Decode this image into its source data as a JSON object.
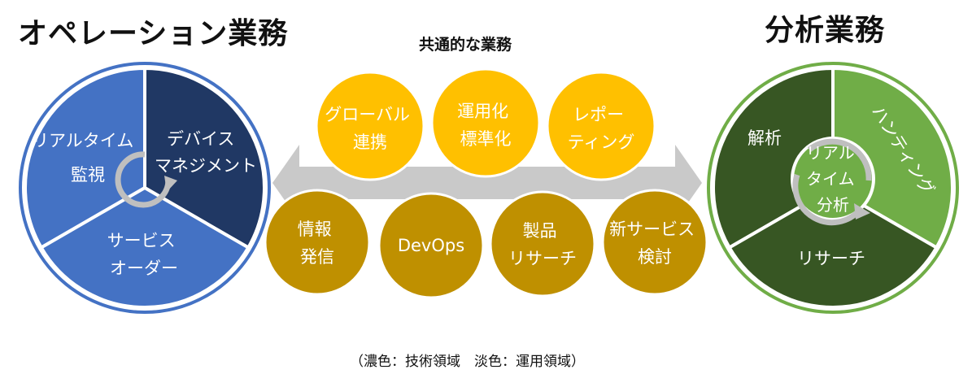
{
  "titles": {
    "left": "オペレーション業務",
    "right": "分析業務",
    "center": "共通的な業務"
  },
  "legend": "（濃色：技術領域　淡色：運用領域）",
  "colors": {
    "ops_light": "#4472C4",
    "ops_dark": "#203864",
    "ops_border": "#4472C4",
    "ana_light": "#70AD47",
    "ana_dark": "#375623",
    "ana_border": "#70AD47",
    "common_light": "#FFC000",
    "common_dark": "#BF9000",
    "arrow": "#C9C9C9"
  },
  "operations": {
    "segment_realtime": [
      "リアルタイム",
      "監視"
    ],
    "segment_device": [
      "デバイス",
      "マネジメント"
    ],
    "segment_order": [
      "サービス",
      "オーダー"
    ]
  },
  "analysis": {
    "segment_analysis": [
      "解析"
    ],
    "segment_hunting": [
      "ハンティング"
    ],
    "segment_research": [
      "リサーチ"
    ],
    "center": [
      "リアル",
      "タイム",
      "分析"
    ]
  },
  "common_top": [
    {
      "lines": [
        "グローバル",
        "連携"
      ],
      "tone": "light"
    },
    {
      "lines": [
        "運用化",
        "標準化"
      ],
      "tone": "light"
    },
    {
      "lines": [
        "レポー",
        "ティング"
      ],
      "tone": "light"
    }
  ],
  "common_bottom": [
    {
      "lines": [
        "情報",
        "発信"
      ],
      "tone": "dark"
    },
    {
      "lines": [
        "DevOps"
      ],
      "tone": "dark"
    },
    {
      "lines": [
        "製品",
        "リサーチ"
      ],
      "tone": "dark"
    },
    {
      "lines": [
        "新サービス",
        "検討"
      ],
      "tone": "dark"
    }
  ]
}
